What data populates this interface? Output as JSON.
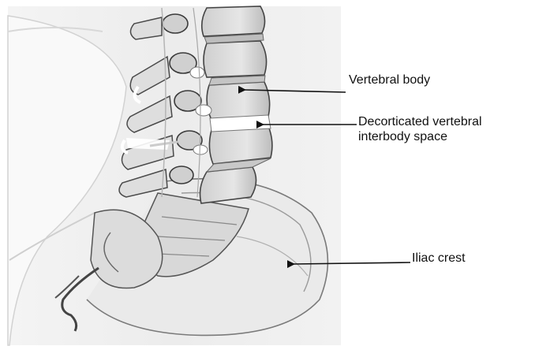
{
  "figure": {
    "labels": {
      "vertebral_body": "Vertebral body",
      "decorticated_line1": "Decorticated vertebral",
      "decorticated_line2": "interbody space",
      "iliac_crest": "Iliac crest"
    },
    "colors": {
      "background": "#ffffff",
      "bone_line": "#4a4a4a",
      "bone_fill": "#e2e2e2",
      "shadow": "#9a9a9a",
      "arrow": "#111111"
    }
  }
}
